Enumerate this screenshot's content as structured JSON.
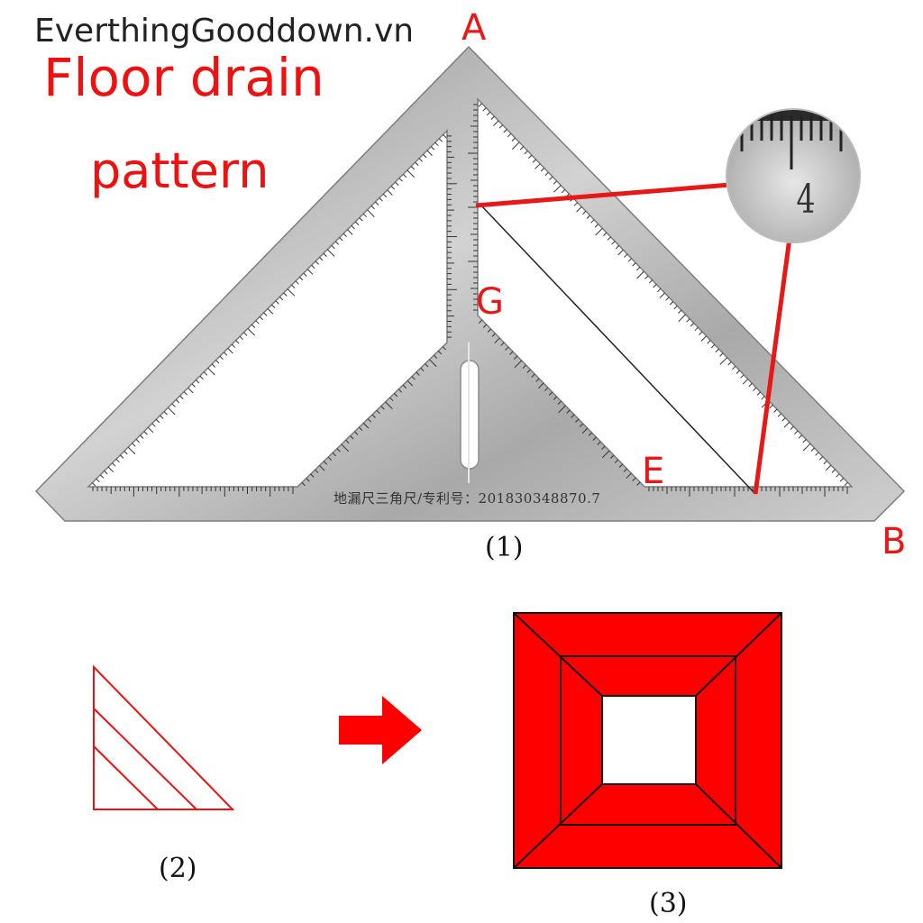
{
  "watermark": "EverthingGooddown.vn",
  "title": {
    "line1": "Floor drain",
    "line2": "pattern"
  },
  "points": {
    "a": "A",
    "b": "B",
    "e": "E",
    "g": "G"
  },
  "ruler_inscription": "地漏尺三角尺/专利号：201830348870.7",
  "magnifier_number": "4",
  "captions": {
    "fig1": "(1)",
    "fig2": "(2)",
    "fig3": "(3)"
  },
  "colors": {
    "accent_red": "#ee1111",
    "steel": "#b9b9b9",
    "fill_red": "#ff0000",
    "ink": "#111111"
  }
}
